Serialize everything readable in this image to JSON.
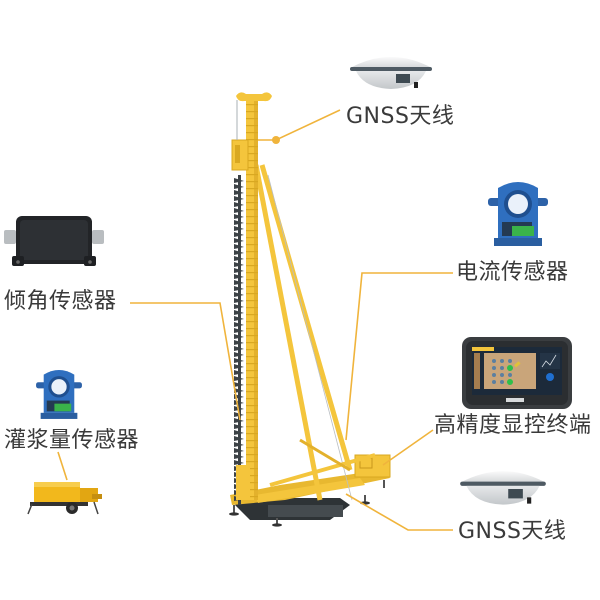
{
  "diagram": {
    "title": "",
    "accent_color": "#f0b43c",
    "rig_color": "#f4c53c",
    "components": [
      {
        "id": "gnss-top",
        "label": "GNSS天线",
        "icon": "gnss-antenna-icon"
      },
      {
        "id": "tilt-sensor",
        "label": "倾角传感器",
        "icon": "tilt-sensor-icon"
      },
      {
        "id": "current-sensor",
        "label": "电流传感器",
        "icon": "current-sensor-icon"
      },
      {
        "id": "display-terminal",
        "label": "高精度显控终端",
        "icon": "display-terminal-icon"
      },
      {
        "id": "grout-sensor",
        "label": "灌浆量传感器",
        "icon": "grout-sensor-icon"
      },
      {
        "id": "gnss-bottom",
        "label": "GNSS天线",
        "icon": "gnss-antenna-icon"
      }
    ],
    "equipment": [
      {
        "id": "drilling-rig",
        "name": "pile-drilling-rig"
      },
      {
        "id": "grout-pump",
        "name": "grout-pump-trailer"
      }
    ]
  }
}
